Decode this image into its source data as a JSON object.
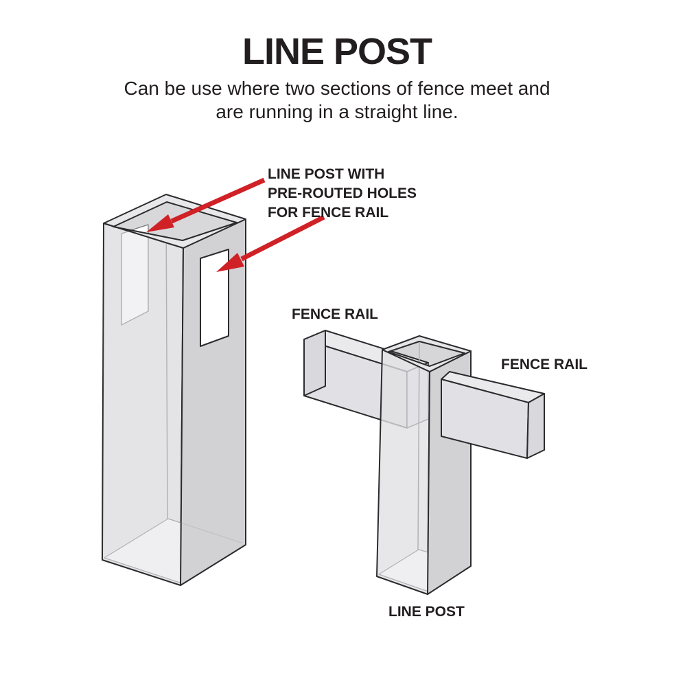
{
  "title": "LINE POST",
  "subtitle": {
    "line1": "Can be use where two sections of fence meet and",
    "line2": "are running in a straight line."
  },
  "callout": {
    "line1": "LINE POST WITH",
    "line2": "PRE-ROUTED HOLES",
    "line3": "FOR FENCE RAIL"
  },
  "labels": {
    "fence_rail_left": "FENCE RAIL",
    "fence_rail_right": "FENCE RAIL",
    "line_post_bottom": "LINE POST"
  },
  "colors": {
    "arrow_red": "#d02127",
    "text": "#221e1f",
    "outline": "#2b2b2e"
  }
}
